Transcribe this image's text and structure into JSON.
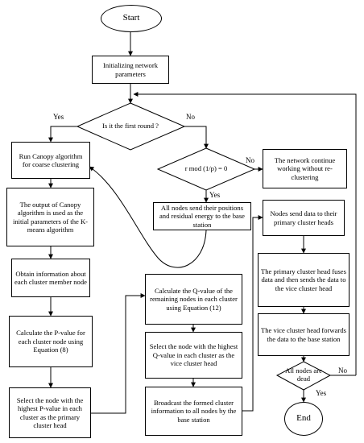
{
  "nodes": {
    "start": "Start",
    "init": "Initializing network parameters",
    "first_round": "Is it the first round ?",
    "canopy": "Run Canopy algorithm for coarse clustering",
    "rmod": "r mod (1/p) = 0",
    "continue": "The network continue working without re-clustering",
    "canopy_output": "The output of Canopy algorithm is used as the initial parameters of the K-means algorithm",
    "send_positions": "All nodes send their positions and residual energy to the base station",
    "send_data": "Nodes send data to their primary cluster heads",
    "obtain_info": "Obtain information about each cluster member node",
    "q_value": "Calculate the Q-value of the remaining nodes in each cluster using Equation (12)",
    "fuse": "The primary cluster head fuses data and then sends the data to the vice cluster head",
    "p_value": "Calculate the P-value for each cluster node using Equation (8)",
    "select_vice": "Select the node with the highest Q-value in each cluster as the vice cluster head",
    "forward": "The vice cluster head forwards the data to the base station",
    "all_dead": "All nodes are dead",
    "select_primary": "Select the node with the highest P-value in each cluster as the primary cluster head",
    "broadcast": "Broadcast the formed cluster information to all nodes by the base station",
    "end": "End"
  },
  "labels": {
    "yes_first": "Yes",
    "no_first": "No",
    "no_rmod": "No",
    "yes_rmod": "Yes",
    "no_dead": "No",
    "yes_dead": "Yes"
  }
}
